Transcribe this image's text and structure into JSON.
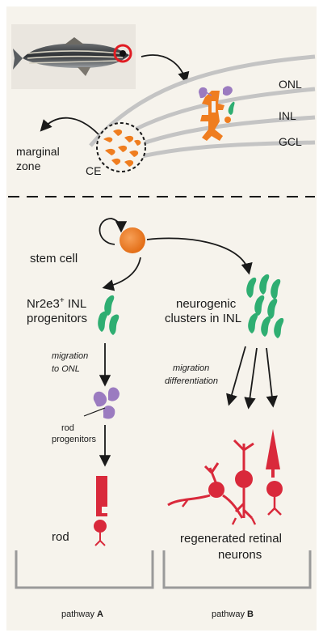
{
  "top_panel": {
    "layer_labels": [
      "ONL",
      "INL",
      "GCL"
    ],
    "marginal_zone_label": "marginal zone",
    "ce_label": "CE"
  },
  "pathway_a": {
    "stem_cell_label": "stem cell",
    "progenitor_label_line1": "Nr2e3",
    "progenitor_label_sup": "+",
    "progenitor_label_line1_rest": " INL",
    "progenitor_label_line2": "progenitors",
    "migration_label_line1": "migration",
    "migration_label_line2": "to ONL",
    "rod_progenitor_label_line1": "rod",
    "rod_progenitor_label_line2": "progenitors",
    "rod_label": "rod",
    "footer_text": "pathway ",
    "footer_letter": "A"
  },
  "pathway_b": {
    "cluster_label_line1": "neurogenic",
    "cluster_label_line2": "clusters in INL",
    "migration_label_line1": "migration",
    "migration_label_line2": "differentiation",
    "neurons_label_line1": "regenerated retinal",
    "neurons_label_line2": "neurons",
    "footer_text": "pathway ",
    "footer_letter": "B"
  },
  "colors": {
    "background": "#f6f3ec",
    "retina_layer": "#c4c4c4",
    "orange": "#ef7d1f",
    "green": "#2fae72",
    "purple": "#9b7bc0",
    "red": "#d9293b",
    "bracket": "#9a9a9a"
  }
}
